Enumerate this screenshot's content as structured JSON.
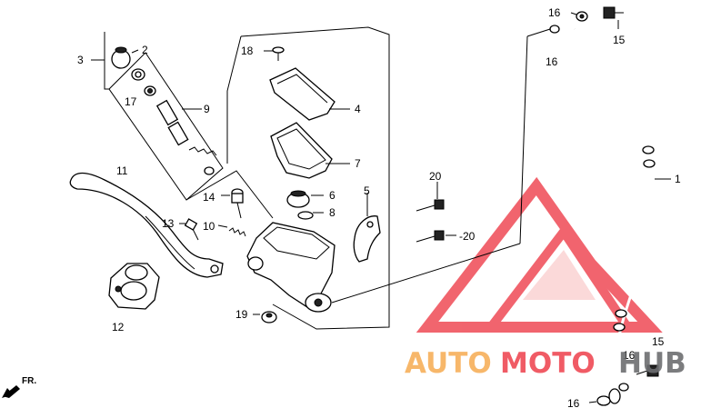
{
  "labels": {
    "p1": "1",
    "p2": "2",
    "p3": "3",
    "p4": "4",
    "p5": "5",
    "p6": "6",
    "p7": "7",
    "p8": "8",
    "p9": "9",
    "p10": "10",
    "p11": "11",
    "p12": "12",
    "p13": "13",
    "p14": "14",
    "p15a": "15",
    "p15b": "15",
    "p16a": "16",
    "p16b": "16",
    "p16c": "16",
    "p16d": "16",
    "p17": "17",
    "p18": "18",
    "p19": "19",
    "p20a": "20",
    "p20b": "-20"
  },
  "direction": "FR.",
  "watermark": {
    "left": "AUTO",
    "middle": "MOTO",
    "right": "HUB",
    "color_orange": "#f7b05a",
    "color_red": "#ef4a55",
    "color_gray": "#6d6e71"
  }
}
